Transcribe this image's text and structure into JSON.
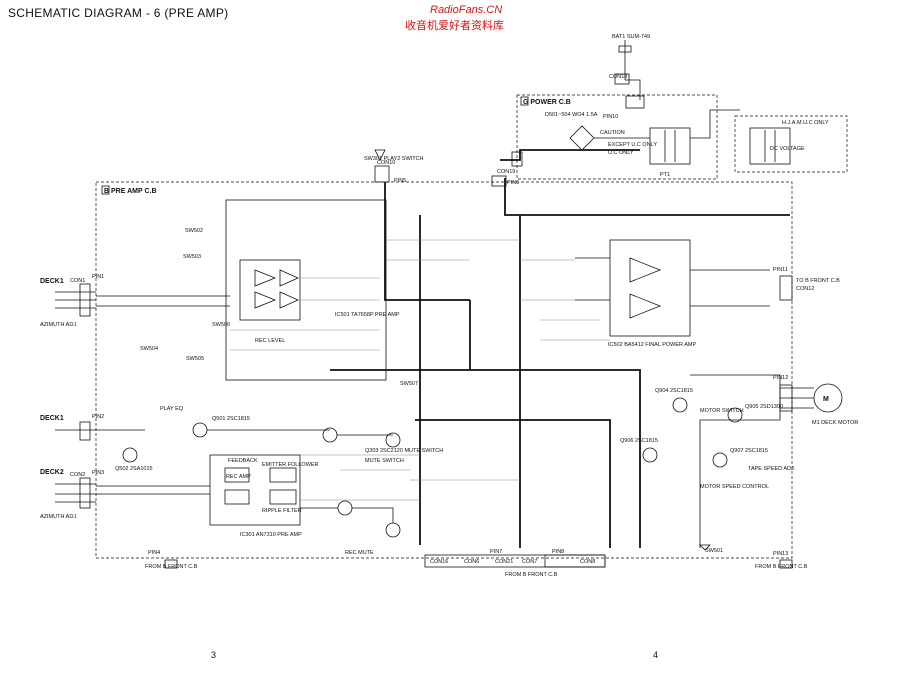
{
  "title": "SCHEMATIC DIAGRAM - 6 (PRE AMP)",
  "watermark": {
    "site": "RadioFans.CN",
    "tagline": "收音机爱好者资料库"
  },
  "page_numbers": {
    "left": "3",
    "right": "4"
  },
  "blocks": {
    "pre_amp": "B PRE AMP C.B",
    "power": "G POWER C.B"
  },
  "connectors": {
    "deck1_top": "DECK1",
    "deck1_mid": "DECK1",
    "deck2": "DECK2",
    "azimuth_1": "AZIMUTH ADJ.",
    "azimuth_2": "AZIMUTH ADJ.",
    "pin1": "PIN1",
    "pin2": "PIN2",
    "pin3": "PIN3",
    "pin4": "PIN4",
    "pin5": "PIN5",
    "pin6": "PIN6",
    "pin7": "PIN7",
    "pin8": "PIN8",
    "pin10": "PIN10",
    "pin11": "PIN11",
    "pin12": "PIN12",
    "pin13": "PIN13",
    "con1": "CON1",
    "con2": "CON2",
    "con6": "CON6",
    "con7": "CON7",
    "con8": "CON8",
    "con10": "CON10",
    "con12": "CON12",
    "con16": "CON16",
    "con18": "CON18",
    "con19": "CON19",
    "con21": "CON21",
    "from_front_left": "FROM B FRONT C.B",
    "from_front_mid": "FROM B FRONT C.B",
    "from_front_right": "FROM B FRONT C.B",
    "to_front": "TO B FRONT C.B"
  },
  "components": {
    "ic501": "IC501 TA7658P PRE AMP",
    "ic502": "IC502 BA5412 FINAL POWER AMP",
    "ic301": "IC301 AN7310 PRE AMP",
    "q501": "Q501 2SC1815",
    "q303": "Q303 2SC2120 MUTE SWITCH",
    "q502": "Q502 2SA1015",
    "q904": "Q904 2SC1815",
    "q905": "Q905 2SD1300",
    "q906": "Q906 2SC1815",
    "q907": "Q907 2SC1815",
    "sw301": "SW301 PLAY2 SWITCH",
    "sw502": "SW502",
    "sw503": "SW503",
    "sw504": "SW504",
    "sw505": "SW505",
    "sw506": "SW506",
    "sw507": "SW507",
    "sw501": "SW501",
    "bat1": "BAT1 SUM-749",
    "bridge": "D501~504 WO4 1.5A",
    "transformer": "PT1",
    "motor": "M1 DECK MOTOR",
    "motor_speed": "MOTOR SPEED CONTROL",
    "tape_speed": "TAPE SPEED ADJ.",
    "motor_switch": "MOTOR SWITCH",
    "rec_mute": "REC MUTE",
    "mute_switch": "MUTE SWITCH",
    "play_eq": "PLAY EQ",
    "rec_amp": "REC AMP",
    "emitter_follower": "EMITTER FOLLOWER",
    "ripple_filter": "RIPPLE FILTER",
    "feedback": "FEEDBACK",
    "rec_level": "REC LEVEL",
    "dc_voltage": "DC VOLTAGE",
    "except_note": "EXCEPT U.C ONLY",
    "uc_only": "U.C ONLY",
    "region_note": "H.J.A.M.U.C ONLY",
    "caution": "CAUTION"
  },
  "icons": {
    "switch": "switch-icon",
    "ground": "ground-icon",
    "motor": "motor-icon"
  }
}
